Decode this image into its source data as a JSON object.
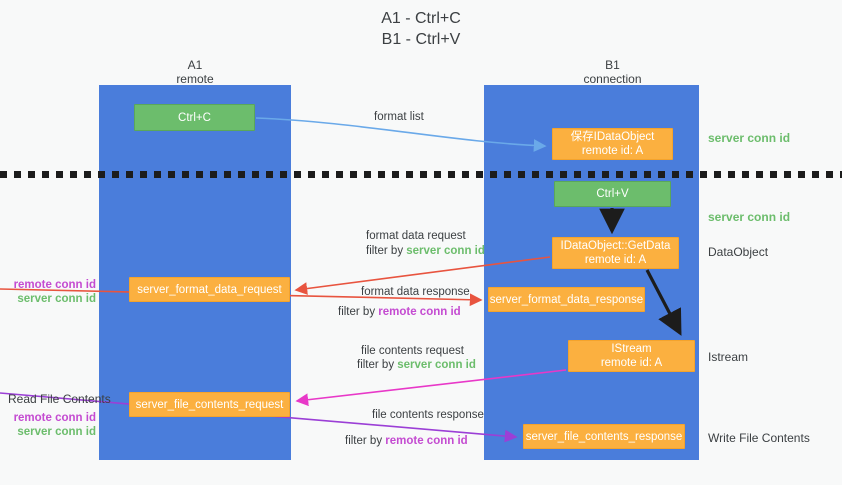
{
  "title": {
    "line1": "A1 - Ctrl+C",
    "line2": "B1 - Ctrl+V"
  },
  "lanes": [
    {
      "id": "a1",
      "name": "A1",
      "role": "remote"
    },
    {
      "id": "b1",
      "name": "B1",
      "role": "connection"
    }
  ],
  "nodes": {
    "ctrl_c": {
      "label": "Ctrl+C",
      "color": "#6cbd6c"
    },
    "idataobject": {
      "label": "保存IDataObject",
      "sub": "remote id: A",
      "color": "#fbb040"
    },
    "ctrl_v": {
      "label": "Ctrl+V",
      "color": "#6cbd6c"
    },
    "getdata": {
      "label": "IDataObject::GetData",
      "sub": "remote id: A",
      "color": "#fbb040"
    },
    "istream": {
      "label": "IStream",
      "sub": "remote id: A",
      "color": "#fbb040"
    },
    "server_format_data_request": {
      "label": "server_format_data_request",
      "color": "#fbb040"
    },
    "server_format_data_response": {
      "label": "server_format_data_response",
      "color": "#fbb040"
    },
    "server_file_contents_request": {
      "label": "server_file_contents_request",
      "color": "#fbb040"
    },
    "server_file_contents_response": {
      "label": "server_file_contents_response",
      "color": "#fbb040"
    }
  },
  "edges": {
    "format_list": {
      "label": "format list"
    },
    "format_data_request": {
      "label": "format data request",
      "filter_prefix": "filter by ",
      "filter_key": "server conn id"
    },
    "format_data_response": {
      "label": "format data response",
      "filter_prefix": "filter by ",
      "filter_key": "remote conn id"
    },
    "file_contents_request": {
      "label": "file contents request",
      "filter_prefix": "filter by ",
      "filter_key": "server conn id"
    },
    "file_contents_response": {
      "label": "file contents response",
      "filter_prefix": "filter by ",
      "filter_key": "remote conn id"
    }
  },
  "annotations": {
    "right": [
      {
        "key": "server_conn_id_1",
        "text": "server conn id",
        "color": "#6cbd6c"
      },
      {
        "key": "server_conn_id_2",
        "text": "server conn id",
        "color": "#6cbd6c"
      },
      {
        "key": "dataobject",
        "text": "DataObject",
        "color": "#3c4043"
      },
      {
        "key": "istream",
        "text": "Istream",
        "color": "#3c4043"
      },
      {
        "key": "write_file_contents",
        "text": "Write File Contents",
        "color": "#3c4043"
      }
    ],
    "left": {
      "remote_conn_id": "remote conn id",
      "server_conn_id": "server conn id",
      "read_file_contents": "Read File Contents"
    }
  },
  "colors": {
    "lane": "#4a7ddb",
    "green": "#6cbd6c",
    "orange": "#fbb040",
    "purple": "#c44bd1",
    "red_arrow": "#e8543f",
    "blue_arrow": "#6aa9e9",
    "magenta_arrow": "#e838c8",
    "violet_arrow": "#9b3fd6",
    "black": "#1c1c1c",
    "background": "#f8f9f9"
  }
}
